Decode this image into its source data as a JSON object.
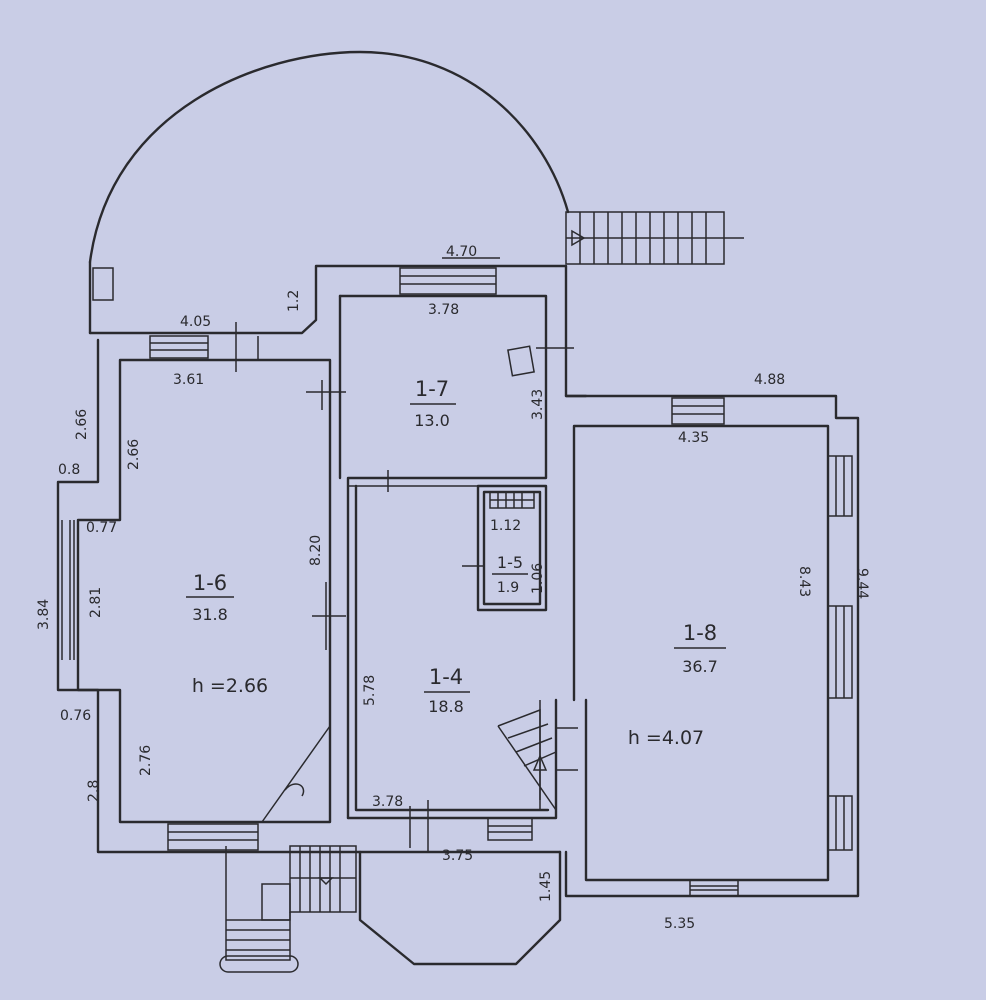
{
  "rooms": [
    {
      "id": "1-6",
      "area": "31.8",
      "height": "h =2.66"
    },
    {
      "id": "1-7",
      "area": "13.0"
    },
    {
      "id": "1-4",
      "area": "18.8"
    },
    {
      "id": "1-5",
      "area": "1.9"
    },
    {
      "id": "1-8",
      "area": "36.7",
      "height": "h =4.07"
    }
  ],
  "dimensions": {
    "d470": "4.70",
    "d12": "1.2",
    "d405": "4.05",
    "d378top": "3.78",
    "d361": "3.61",
    "d343": "3.43",
    "d488": "4.88",
    "d266a": "2.66",
    "d266b": "2.66",
    "d435": "4.35",
    "d08": "0.8",
    "d077": "0.77",
    "d112": "1.12",
    "d820": "8.20",
    "d106": "1.06",
    "d384": "3.84",
    "d281": "2.81",
    "d843": "8.43",
    "d944": "9.44",
    "d578": "5.78",
    "d076": "0.76",
    "d276": "2.76",
    "d28": "2.8",
    "d378bot": "3.78",
    "d375": "3.75",
    "d145": "1.45",
    "d535": "5.35"
  },
  "colors": {
    "paper": "#c9cde6",
    "ink": "#2a2a2e"
  }
}
